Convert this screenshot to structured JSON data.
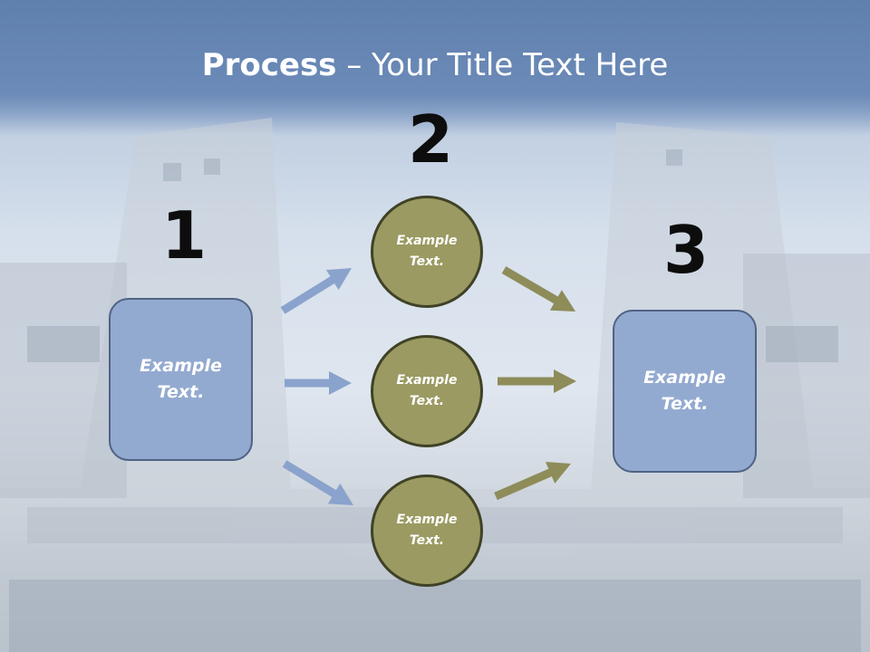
{
  "slide": {
    "title_bold": "Process",
    "title_rest": " – Your Title Text Here"
  },
  "steps": {
    "one": "1",
    "two": "2",
    "three": "3"
  },
  "left_box": {
    "line1": "Example",
    "line2": "Text."
  },
  "right_box": {
    "line1": "Example",
    "line2": "Text."
  },
  "circles": [
    {
      "line1": "Example",
      "line2": "Text."
    },
    {
      "line1": "Example",
      "line2": "Text."
    },
    {
      "line1": "Example",
      "line2": "Text."
    }
  ],
  "colors": {
    "box_fill": "#93aad0",
    "circle_fill": "#9a9a62",
    "blue_arrow": "#8aa3cd",
    "olive_arrow": "#8e8c59"
  }
}
